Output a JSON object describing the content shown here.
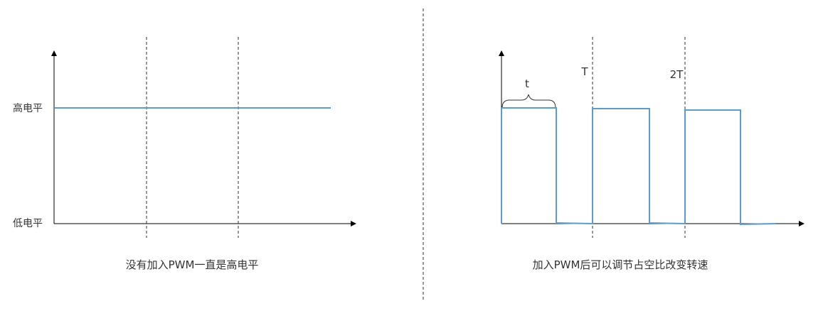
{
  "left_panel": {
    "y_high_label": "高电平",
    "y_low_label": "低电平",
    "caption": "没有加入PWM一直是高电平"
  },
  "right_panel": {
    "pulse_width_label": "t",
    "period_label": "T",
    "double_period_label": "2T",
    "caption": "加入PWM后可以调节占空比改变转速"
  },
  "colors": {
    "signal": "#5b9bd5",
    "axis": "#000000",
    "gridline": "#333333",
    "text": "#333333"
  }
}
